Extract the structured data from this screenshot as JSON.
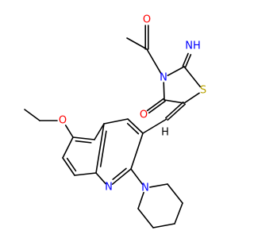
{
  "molecule": {
    "atoms": {
      "O_acetyl": {
        "text": "O",
        "color": "#ff0000"
      },
      "N_ring": {
        "text": "N",
        "color": "#0000ff"
      },
      "NH_imine": {
        "text": "NH",
        "color": "#0000ff"
      },
      "S_ring": {
        "text": "S",
        "color": "#b8a200"
      },
      "O_ketone": {
        "text": "O",
        "color": "#ff0000"
      },
      "H_vinyl": {
        "text": "H",
        "color": "#000000"
      },
      "O_ether": {
        "text": "O",
        "color": "#ff0000"
      },
      "N_quinoline": {
        "text": "N",
        "color": "#0000ff"
      },
      "N_piperidine": {
        "text": "N",
        "color": "#0000ff"
      }
    },
    "bond_color": "#000000"
  }
}
